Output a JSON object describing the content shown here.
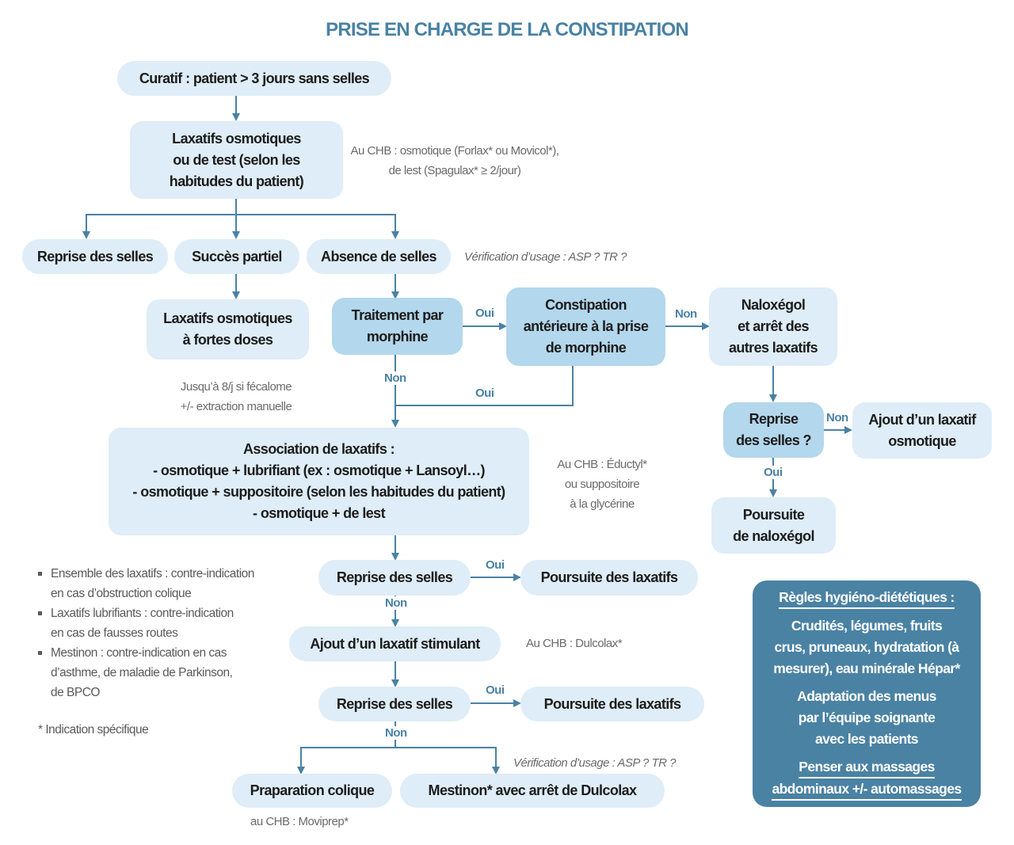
{
  "title": "PRISE EN CHARGE DE LA CONSTIPATION",
  "nodes": {
    "start": "Curatif : patient > 3 jours sans selles",
    "laxatifs_test": [
      "Laxatifs osmotiques",
      "ou de test (selon les",
      "habitudes du patient)"
    ],
    "reprise_selles_1": "Reprise des selles",
    "succes_partiel": "Succès partiel",
    "absence_selles": "Absence de selles",
    "fortes_doses": [
      "Laxatifs osmotiques",
      "à fortes doses"
    ],
    "traitement_morphine": [
      "Traitement par",
      "morphine"
    ],
    "constipation_anterieure": [
      "Constipation",
      "antérieure à la prise",
      "de morphine"
    ],
    "naloxegol": [
      "Naloxégol",
      "et arrêt des",
      "autres laxatifs"
    ],
    "reprise_question": [
      "Reprise",
      "des selles ?"
    ],
    "ajout_osmotique": [
      "Ajout d’un laxatif",
      "osmotique"
    ],
    "poursuite_naloxegol": [
      "Poursuite",
      "de naloxégol"
    ],
    "association": [
      "Association de laxatifs :",
      "- osmotique + lubrifiant (ex : osmotique + Lansoyl…)",
      "- osmotique + suppositoire (selon les habitudes du patient)",
      "- osmotique + de lest"
    ],
    "reprise_selles_2": "Reprise des selles",
    "poursuite_laxatifs_1": "Poursuite des laxatifs",
    "ajout_stimulant": "Ajout d’un laxatif stimulant",
    "reprise_selles_3": "Reprise des selles",
    "poursuite_laxatifs_2": "Poursuite des laxatifs",
    "preparation_colique": "Praparation colique",
    "mestinon": "Mestinon* avec arrêt de Dulcolax"
  },
  "notes": {
    "chb_osmotique": [
      "Au CHB : osmotique (Forlax* ou Movicol*),",
      "de lest (Spagulax* ≥ 2/jour)"
    ],
    "verification_1": "Vérification d’usage : ASP ? TR ?",
    "fecalome": [
      "Jusqu’à 8/j si fécalome",
      "+/- extraction manuelle"
    ],
    "chb_eductyl": [
      "Au CHB : Éductyl*",
      "ou suppositoire",
      "à la glycérine"
    ],
    "chb_dulcolax": "Au CHB : Dulcolax*",
    "verification_2": "Vérification d’usage : ASP ? TR ?",
    "chb_moviprep": "au CHB : Moviprep*"
  },
  "edge_labels": {
    "morphine_oui": "Oui",
    "morphine_non": "Non",
    "anterieure_non": "Non",
    "anterieure_oui": "Oui",
    "reprise_q_non": "Non",
    "reprise_q_oui": "Oui",
    "reprise2_oui": "Oui",
    "reprise2_non": "Non",
    "reprise3_oui": "Oui",
    "reprise3_non": "Non"
  },
  "contraindications": [
    [
      "Ensemble des laxatifs : contre-indication",
      "en cas d’obstruction colique"
    ],
    [
      "Laxatifs lubrifiants : contre-indication",
      "en cas de fausses routes"
    ],
    [
      "Mestinon : contre-indication en cas",
      "d’asthme, de maladie de Parkinson,",
      "de BPCO"
    ]
  ],
  "footnote": "* Indication spécifique",
  "rules_box": {
    "heading": "Règles hygiéno-diététiques :",
    "foods": [
      "Crudités, légumes, fruits",
      "crus, pruneaux, hydratation (à",
      "mesurer), eau minérale Hépar*"
    ],
    "menus": [
      "Adaptation des menus",
      "par l’équipe soignante",
      "avec les patients"
    ],
    "massages": [
      "Penser aux massages",
      "abdominaux +/- automassages"
    ]
  },
  "colors": {
    "accent": "#4a82a4",
    "node_light": "#deedf7",
    "node_mid": "#b3d7ec",
    "note_text": "#6b6b6b",
    "node_text": "#1c1c1c"
  }
}
